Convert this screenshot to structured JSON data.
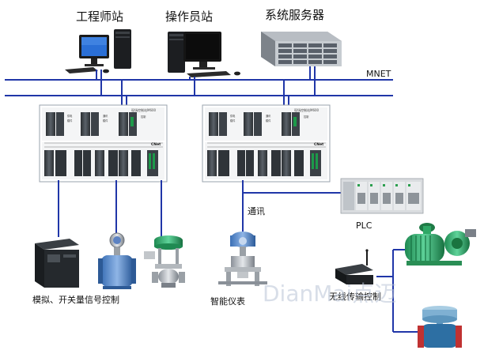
{
  "nodes": {
    "engineer_station": "工程师站",
    "operator_station": "操作员站",
    "system_server": "系统服务器",
    "mnet": "MNET",
    "cabinet_title_left": "现场控制站M600",
    "cabinet_title_right": "现场控制站M600",
    "cnet_left": "CNet",
    "cnet_right": "CNet",
    "comm": "通讯",
    "plc": "PLC",
    "io_control": "模拟、开关量信号控制",
    "smart_instrument": "智能仪表",
    "wireless_control": "无线传输控制"
  },
  "watermark": "DianMai点迈",
  "colors": {
    "network_line": "#2036a8",
    "field_line": "#2036a8"
  }
}
